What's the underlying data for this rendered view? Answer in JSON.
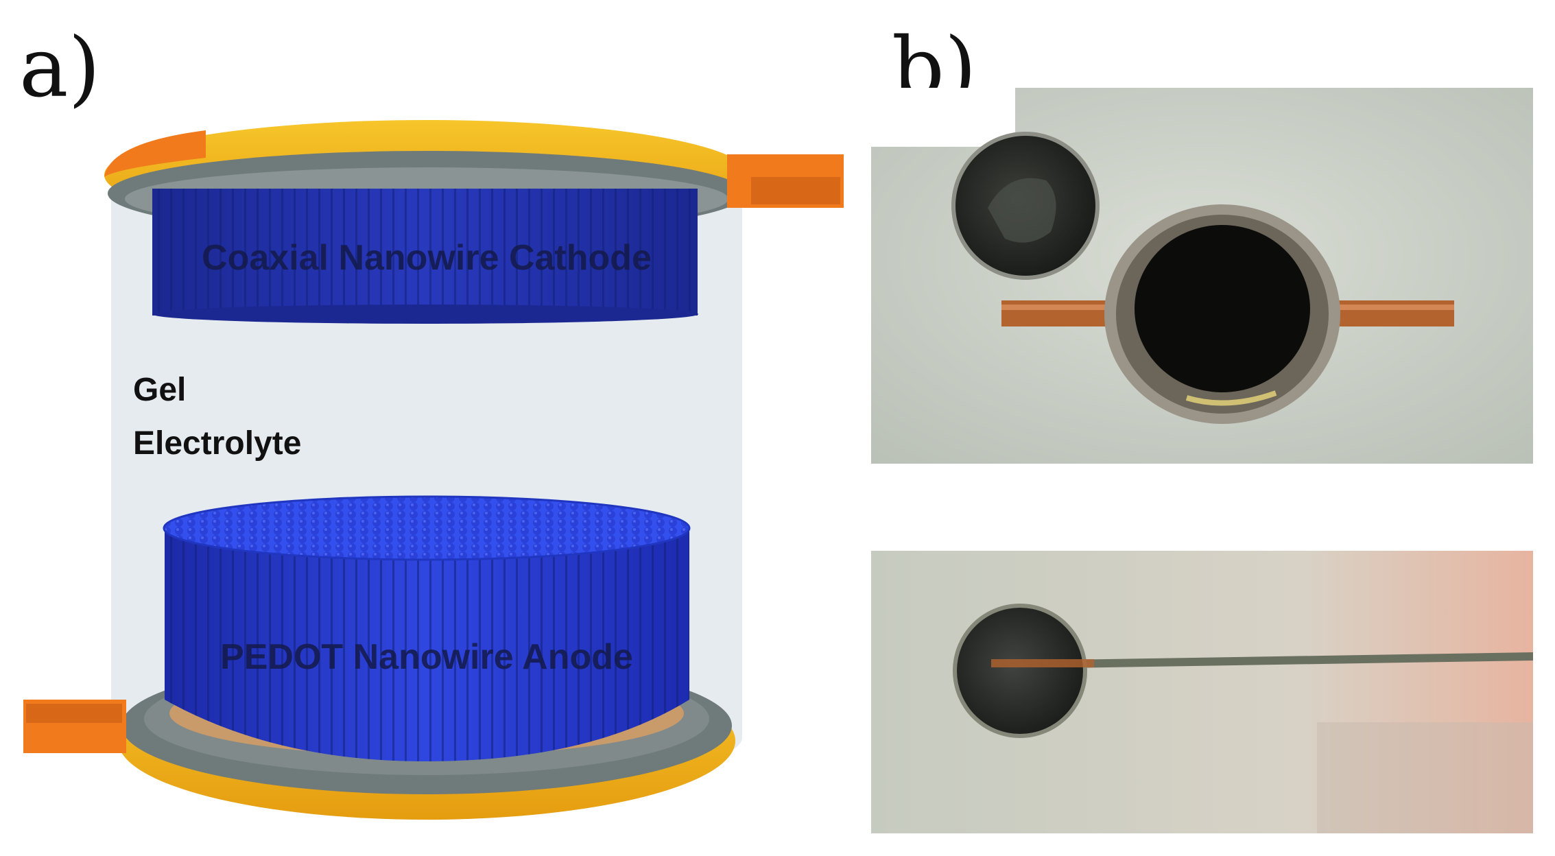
{
  "panels": {
    "a": {
      "label": "a)"
    },
    "b": {
      "label": "b)"
    }
  },
  "diagram": {
    "cathode_label": "Coaxial Nanowire Cathode",
    "electrolyte_line1": "Gel",
    "electrolyte_line2": "Electrolyte",
    "anode_label": "PEDOT Nanowire Anode"
  },
  "colors": {
    "nanowire_blue": "#2436c8",
    "gold_plate": "#f2b318",
    "orange_tab": "#f07a1c",
    "gray_rim": "#6f7a7a",
    "copper_base": "#c99a6a",
    "electrolyte": "#e6ebef"
  }
}
